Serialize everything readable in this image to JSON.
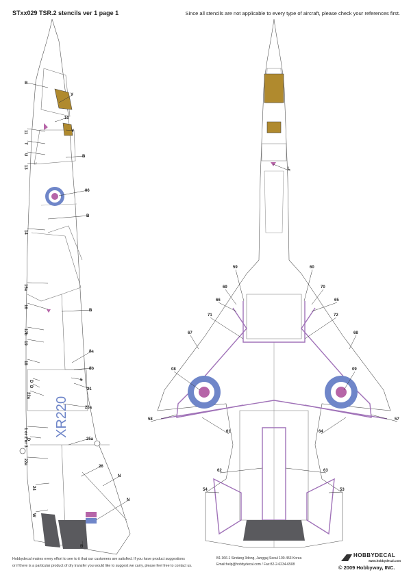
{
  "header": {
    "title": "STxx029 TSR.2 stencils ver 1 page 1",
    "notice": "Since all stencils are not applicable to every type of aircraft, please check your references first."
  },
  "registration": "XR220",
  "side_labels": [
    "B",
    "Y",
    "10",
    "11",
    "Y",
    "T",
    "U",
    "B",
    "13",
    "06",
    "B",
    "14",
    "15a",
    "16",
    "B",
    "17b",
    "19",
    "18",
    "8a",
    "8b",
    "D",
    "21",
    "D",
    "5",
    "22a",
    "23a",
    "1 or 2 or 3",
    "D",
    "25a",
    "22a",
    "26",
    "24",
    "N",
    "W",
    "N",
    "B"
  ],
  "plan_labels": [
    "L",
    "59",
    "60",
    "69",
    "70",
    "66",
    "65",
    "71",
    "72",
    "67",
    "68",
    "08",
    "09",
    "58",
    "57",
    "61",
    "64",
    "62",
    "63",
    "54",
    "53"
  ],
  "footer": {
    "disclaimer_1": "Hobbydecal makes every effort to see to it that our customers are satisfied. If you have product suggestions",
    "disclaimer_2": "or if there is a particular product of dry transfer you would like to suggest we carry, please feel free to contact us.",
    "address_1": "B1 366-1 Sindang 3dong, Jungguj Seoul 100-453 Korea",
    "address_2": "Email:help@hobbydecal.com / Fax:82-2-6234-6508",
    "brand": "HOBBYDECAL",
    "site": "www.hobbydecal.com",
    "copyright": "© 2009 Hobbyway, INC."
  },
  "colors": {
    "roundel_blue": "#6f86c9",
    "roundel_red": "#b665a8",
    "canopy": "#b08a2e",
    "stencil_purple": "#a072b8",
    "grey": "#5a5a5e"
  }
}
